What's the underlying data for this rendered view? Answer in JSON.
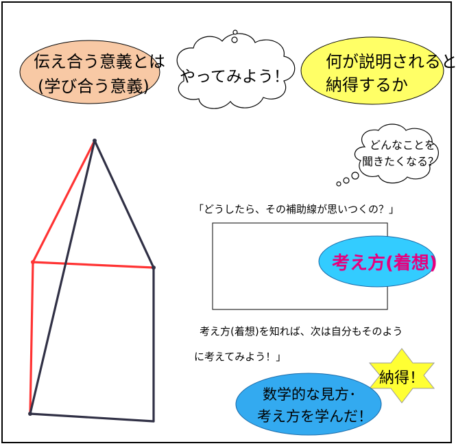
{
  "bubbles": {
    "left_ellipse": {
      "line1": "伝え合う意義とは",
      "line2": "(学び合う意義)",
      "fill": "#f8c9a5"
    },
    "cloud_center": {
      "text": "やってみよう！"
    },
    "right_ellipse": {
      "line1": "何が説明されると",
      "line2": "納得するか",
      "fill": "#ffff66"
    },
    "cloud_right": {
      "line1": "どんなことを",
      "line2": "聞きたくなる？"
    }
  },
  "quote_top": "「どうしたら、その補助線が思いつくの？」",
  "idea_ellipse": {
    "text": "考え方(着想)",
    "fill": "#33ccff",
    "text_color": "#e6007e"
  },
  "quote_bottom": {
    "line1": "考え方(着想)を知れば、次は自分もそのよう",
    "line2": "に考えてみよう！」"
  },
  "star_badge": {
    "text": "納得！",
    "fill": "#ffff33"
  },
  "math_ellipse": {
    "line1": "数学的な見方･",
    "line2": "考え方を学んだ！",
    "fill": "#33aaf0"
  },
  "figure": {
    "red": "#ff3333",
    "dark": "#303045"
  }
}
